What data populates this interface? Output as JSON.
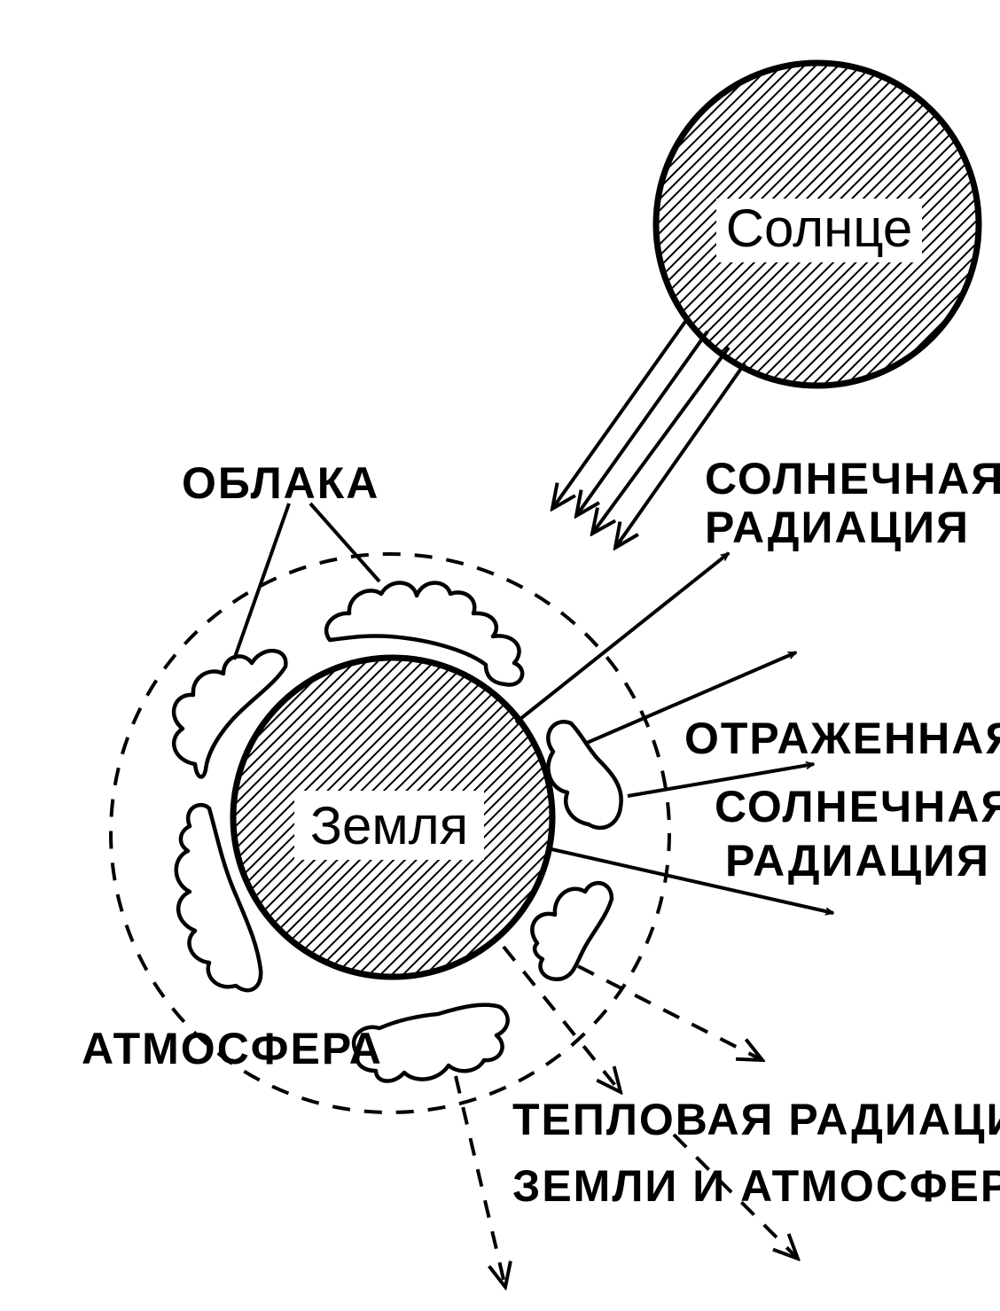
{
  "sun": {
    "label": "Солнце"
  },
  "earth": {
    "label": "Земля"
  },
  "labels": {
    "clouds": "ОБЛАКА",
    "solar_radiation": [
      "СОЛНЕЧНАЯ",
      "РАДИАЦИЯ"
    ],
    "reflected_radiation": [
      "ОТРАЖЕННАЯ",
      "СОЛНЕЧНАЯ",
      "РАДИАЦИЯ"
    ],
    "atmosphere": "АТМОСФЕРА",
    "thermal_radiation": [
      "ТЕПЛОВАЯ РАДИАЦИЯ",
      "ЗЕМЛИ И АТМОСФЕРЫ"
    ]
  },
  "colors": {
    "ink": "#000000",
    "paper": "#ffffff"
  }
}
